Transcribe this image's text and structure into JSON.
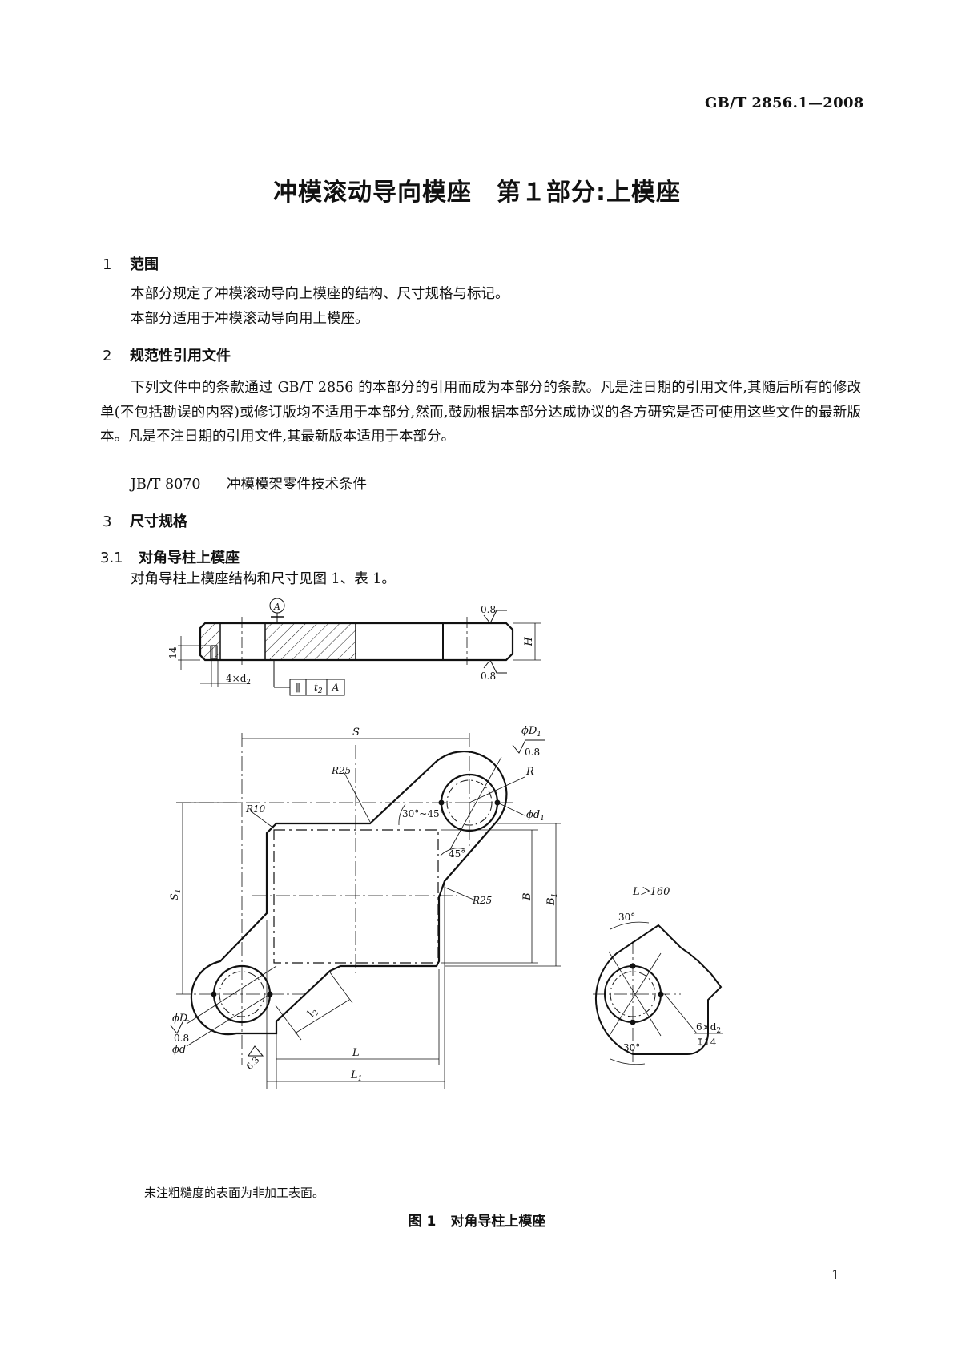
{
  "header": {
    "standard_number": "GB/T 2856.1—2008"
  },
  "title": "冲模滚动导向模座　第１部分:上模座",
  "sections": {
    "s1": {
      "num": "1",
      "heading": "范围",
      "p1": "本部分规定了冲模滚动导向上模座的结构、尺寸规格与标记。",
      "p2": "本部分适用于冲模滚动导向用上模座。"
    },
    "s2": {
      "num": "2",
      "heading": "规范性引用文件",
      "p1": "下列文件中的条款通过 GB/T 2856 的本部分的引用而成为本部分的条款。凡是注日期的引用文件,其随后所有的修改单(不包括勘误的内容)或修订版均不适用于本部分,然而,鼓励根据本部分达成协议的各方研究是否可使用这些文件的最新版本。凡是不注日期的引用文件,其最新版本适用于本部分。",
      "ref_code": "JB/T 8070",
      "ref_title": "冲模模架零件技术条件"
    },
    "s3": {
      "num": "3",
      "heading": "尺寸规格"
    },
    "s31": {
      "num": "3.1",
      "heading": "对角导柱上模座",
      "p1": "对角导柱上模座结构和尺寸见图 1、表 1。"
    }
  },
  "figure": {
    "labels": {
      "datum": "A",
      "roughness_top": "0.8",
      "roughness_bottom": "0.8",
      "roughness_D1": "0.8",
      "roughness_D": "0.8",
      "roughness_edge": "6.3",
      "dim_14": "14",
      "holes": "4×d",
      "holes_sub": "2",
      "H": "H",
      "tol_sym": "∥",
      "tol_t": "t",
      "tol_t_sub": "2",
      "tol_ref": "A",
      "S": "S",
      "S1": "S",
      "S1_sub": "1",
      "phiD1": "ϕD",
      "phiD1_sub": "1",
      "R": "R",
      "phid1": "ϕd",
      "phid1_sub": "1",
      "R25_top": "R25",
      "R25_right": "R25",
      "R10": "R10",
      "angle_range": "30°~45°",
      "angle_45": "45°",
      "B": "B",
      "B1": "B",
      "B1_sub": "1",
      "phiD": "ϕD",
      "phid": "ϕd",
      "l2": "l",
      "l2_sub": "2",
      "L": "L",
      "L1": "L",
      "L1_sub": "1",
      "detail_condition": "L＞160",
      "detail_30_top": "30°",
      "detail_30_bottom": "30°",
      "detail_holes": "6×d",
      "detail_holes_sub": "2",
      "detail_depth": "↧14"
    },
    "note": "未注粗糙度的表面为非加工表面。",
    "caption_num": "图 1",
    "caption": "对角导柱上模座"
  },
  "page_number": "1"
}
